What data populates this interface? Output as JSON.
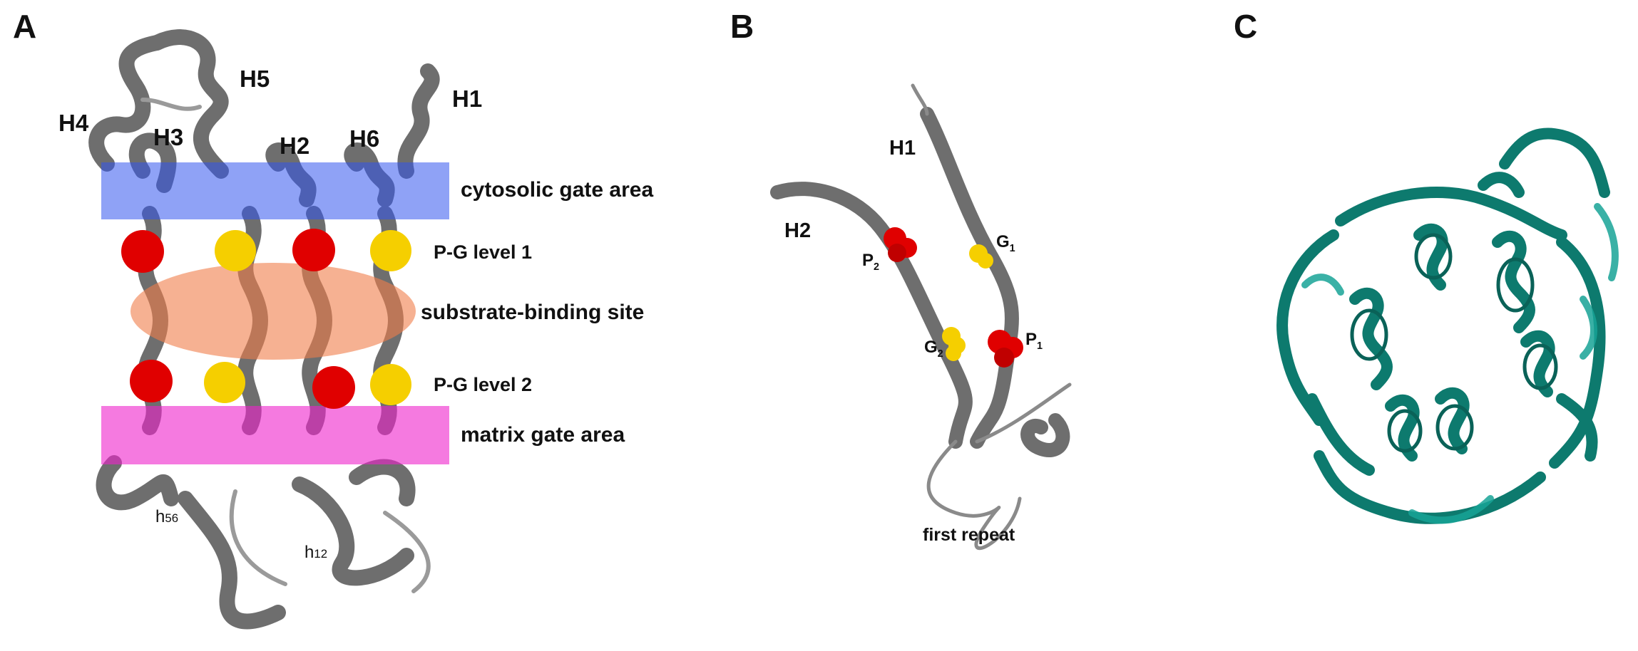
{
  "panels": {
    "a": {
      "label": "A",
      "helices": {
        "h1": "H1",
        "h2": "H2",
        "h3": "H3",
        "h4": "H4",
        "h5": "H5",
        "h6": "H6"
      },
      "small_helices": {
        "h56": "h56",
        "h12": "h12"
      },
      "regions": {
        "cytosolic_gate": "cytosolic gate area",
        "pg_level_1": "P-G level 1",
        "substrate_site": "substrate-binding site",
        "pg_level_2": "P-G level 2",
        "matrix_gate": "matrix gate area"
      }
    },
    "b": {
      "label": "B",
      "helices": {
        "h1": "H1",
        "h2": "H2"
      },
      "residues": {
        "p2": "P2",
        "g1": "G1",
        "g2": "G2",
        "p1": "P1"
      },
      "caption": "first repeat"
    },
    "c": {
      "label": "C"
    }
  },
  "colors": {
    "helix_gray": "#6e6e6e",
    "helix_teal": "#0d7a6e",
    "cytosolic_band": "#3355ee",
    "substrate_band": "#f07d4a",
    "matrix_band": "#ee22cc",
    "proline_red": "#e00000",
    "glycine_yellow": "#f5cf00"
  }
}
